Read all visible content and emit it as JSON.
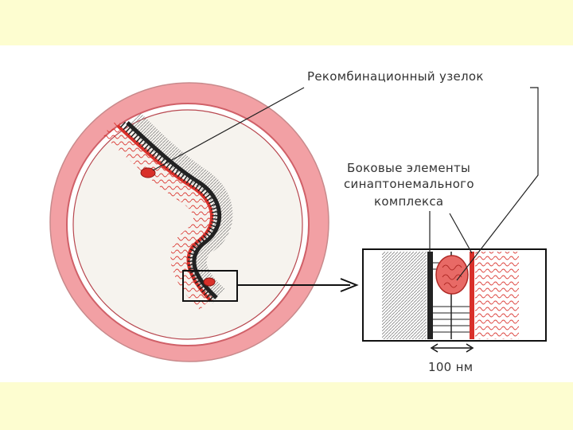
{
  "labels": {
    "recombination_nodule": "Рекомбинационный узелок",
    "lateral_line1": "Боковые элементы",
    "lateral_line2": "синаптонемального",
    "lateral_line3": "комплекса",
    "scale": "100 нм"
  },
  "colors": {
    "background": "#fdfdd0",
    "nucleus_ring": "#f2a0a4",
    "chromatin_red": "#d9302a",
    "chromatin_dark": "#222222",
    "text": "#333333"
  }
}
